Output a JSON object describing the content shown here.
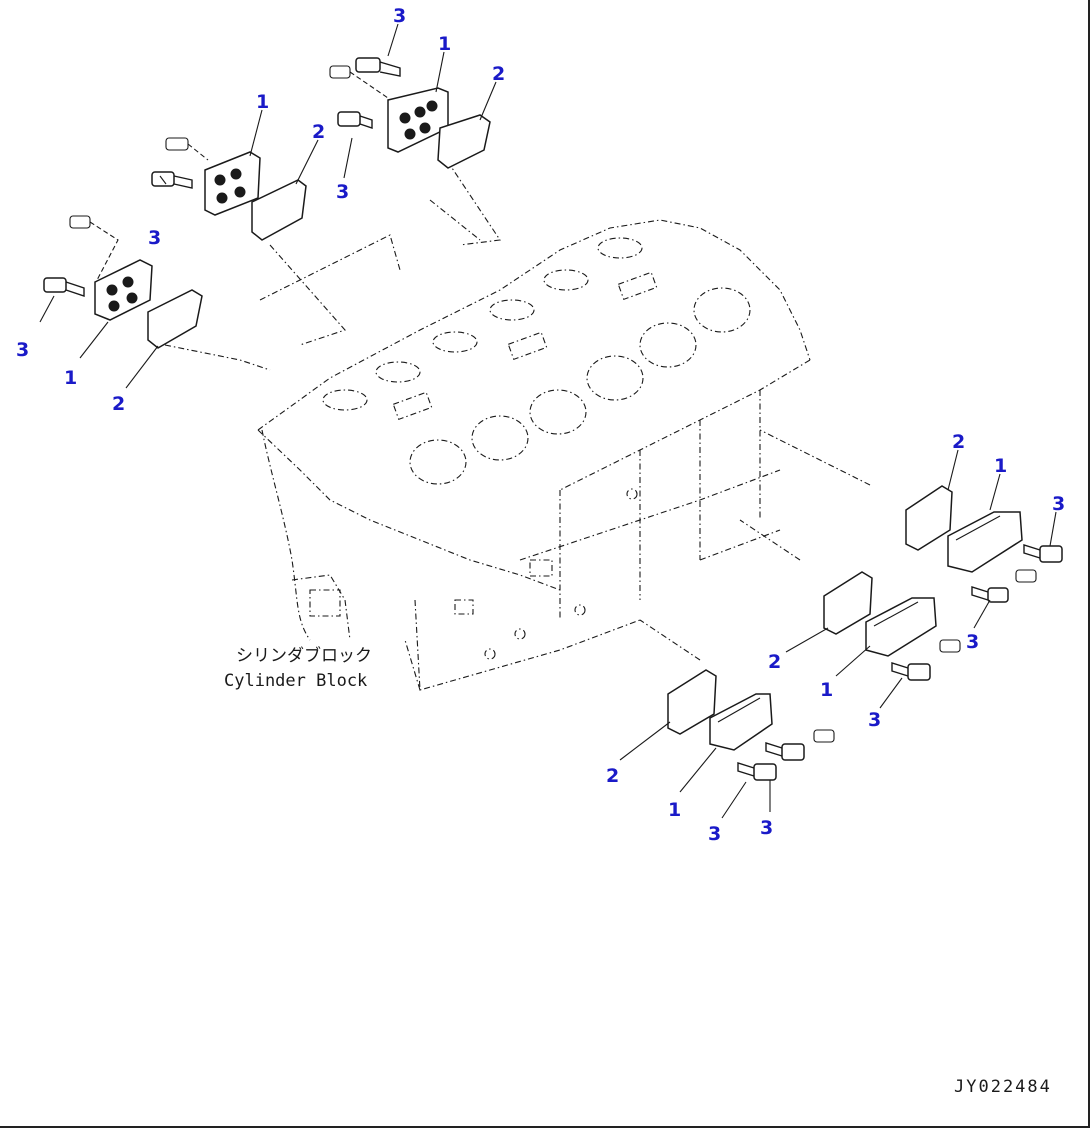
{
  "callouts": {
    "cover": "1",
    "gasket": "2",
    "bolt": "3"
  },
  "caption": {
    "japanese": "シリンダブロック",
    "english": "Cylinder Block"
  },
  "document_id": "JY022484",
  "colors": {
    "callout": "#1a1ac8",
    "line": "#1a1a1a",
    "background": "#ffffff"
  }
}
